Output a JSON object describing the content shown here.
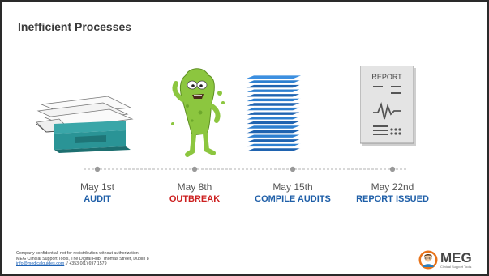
{
  "slide": {
    "title": "Inefficient Processes"
  },
  "illustrations": {
    "report_heading": "REPORT"
  },
  "events": [
    {
      "date": "May 1st",
      "name": "AUDIT",
      "color": "#1f5fa8",
      "icon": "inbox-tray-icon"
    },
    {
      "date": "May 8th",
      "name": "OUTBREAK",
      "color": "#cc1f1f",
      "icon": "germ-monster-icon"
    },
    {
      "date": "May 15th",
      "name": "COMPILE AUDITS",
      "color": "#1f5fa8",
      "icon": "paper-stack-icon"
    },
    {
      "date": "May 22nd",
      "name": "REPORT ISSUED",
      "color": "#1f5fa8",
      "icon": "report-document-icon"
    }
  ],
  "footer": {
    "line1": "Company confidential, not for redistribution without authorization",
    "line2": "MEG Clincial Support Tools, The Digital Hub, Thomas Street, Dublin 8",
    "email": "info@medicalguides.com",
    "phone": "// +353 0(1) 697 1579"
  },
  "logo": {
    "name": "MEG",
    "tagline": "Clinical Support Tools"
  },
  "colors": {
    "blue": "#1f5fa8",
    "red": "#cc1f1f",
    "teal": "#2aa8a8",
    "green": "#8bc34a"
  }
}
